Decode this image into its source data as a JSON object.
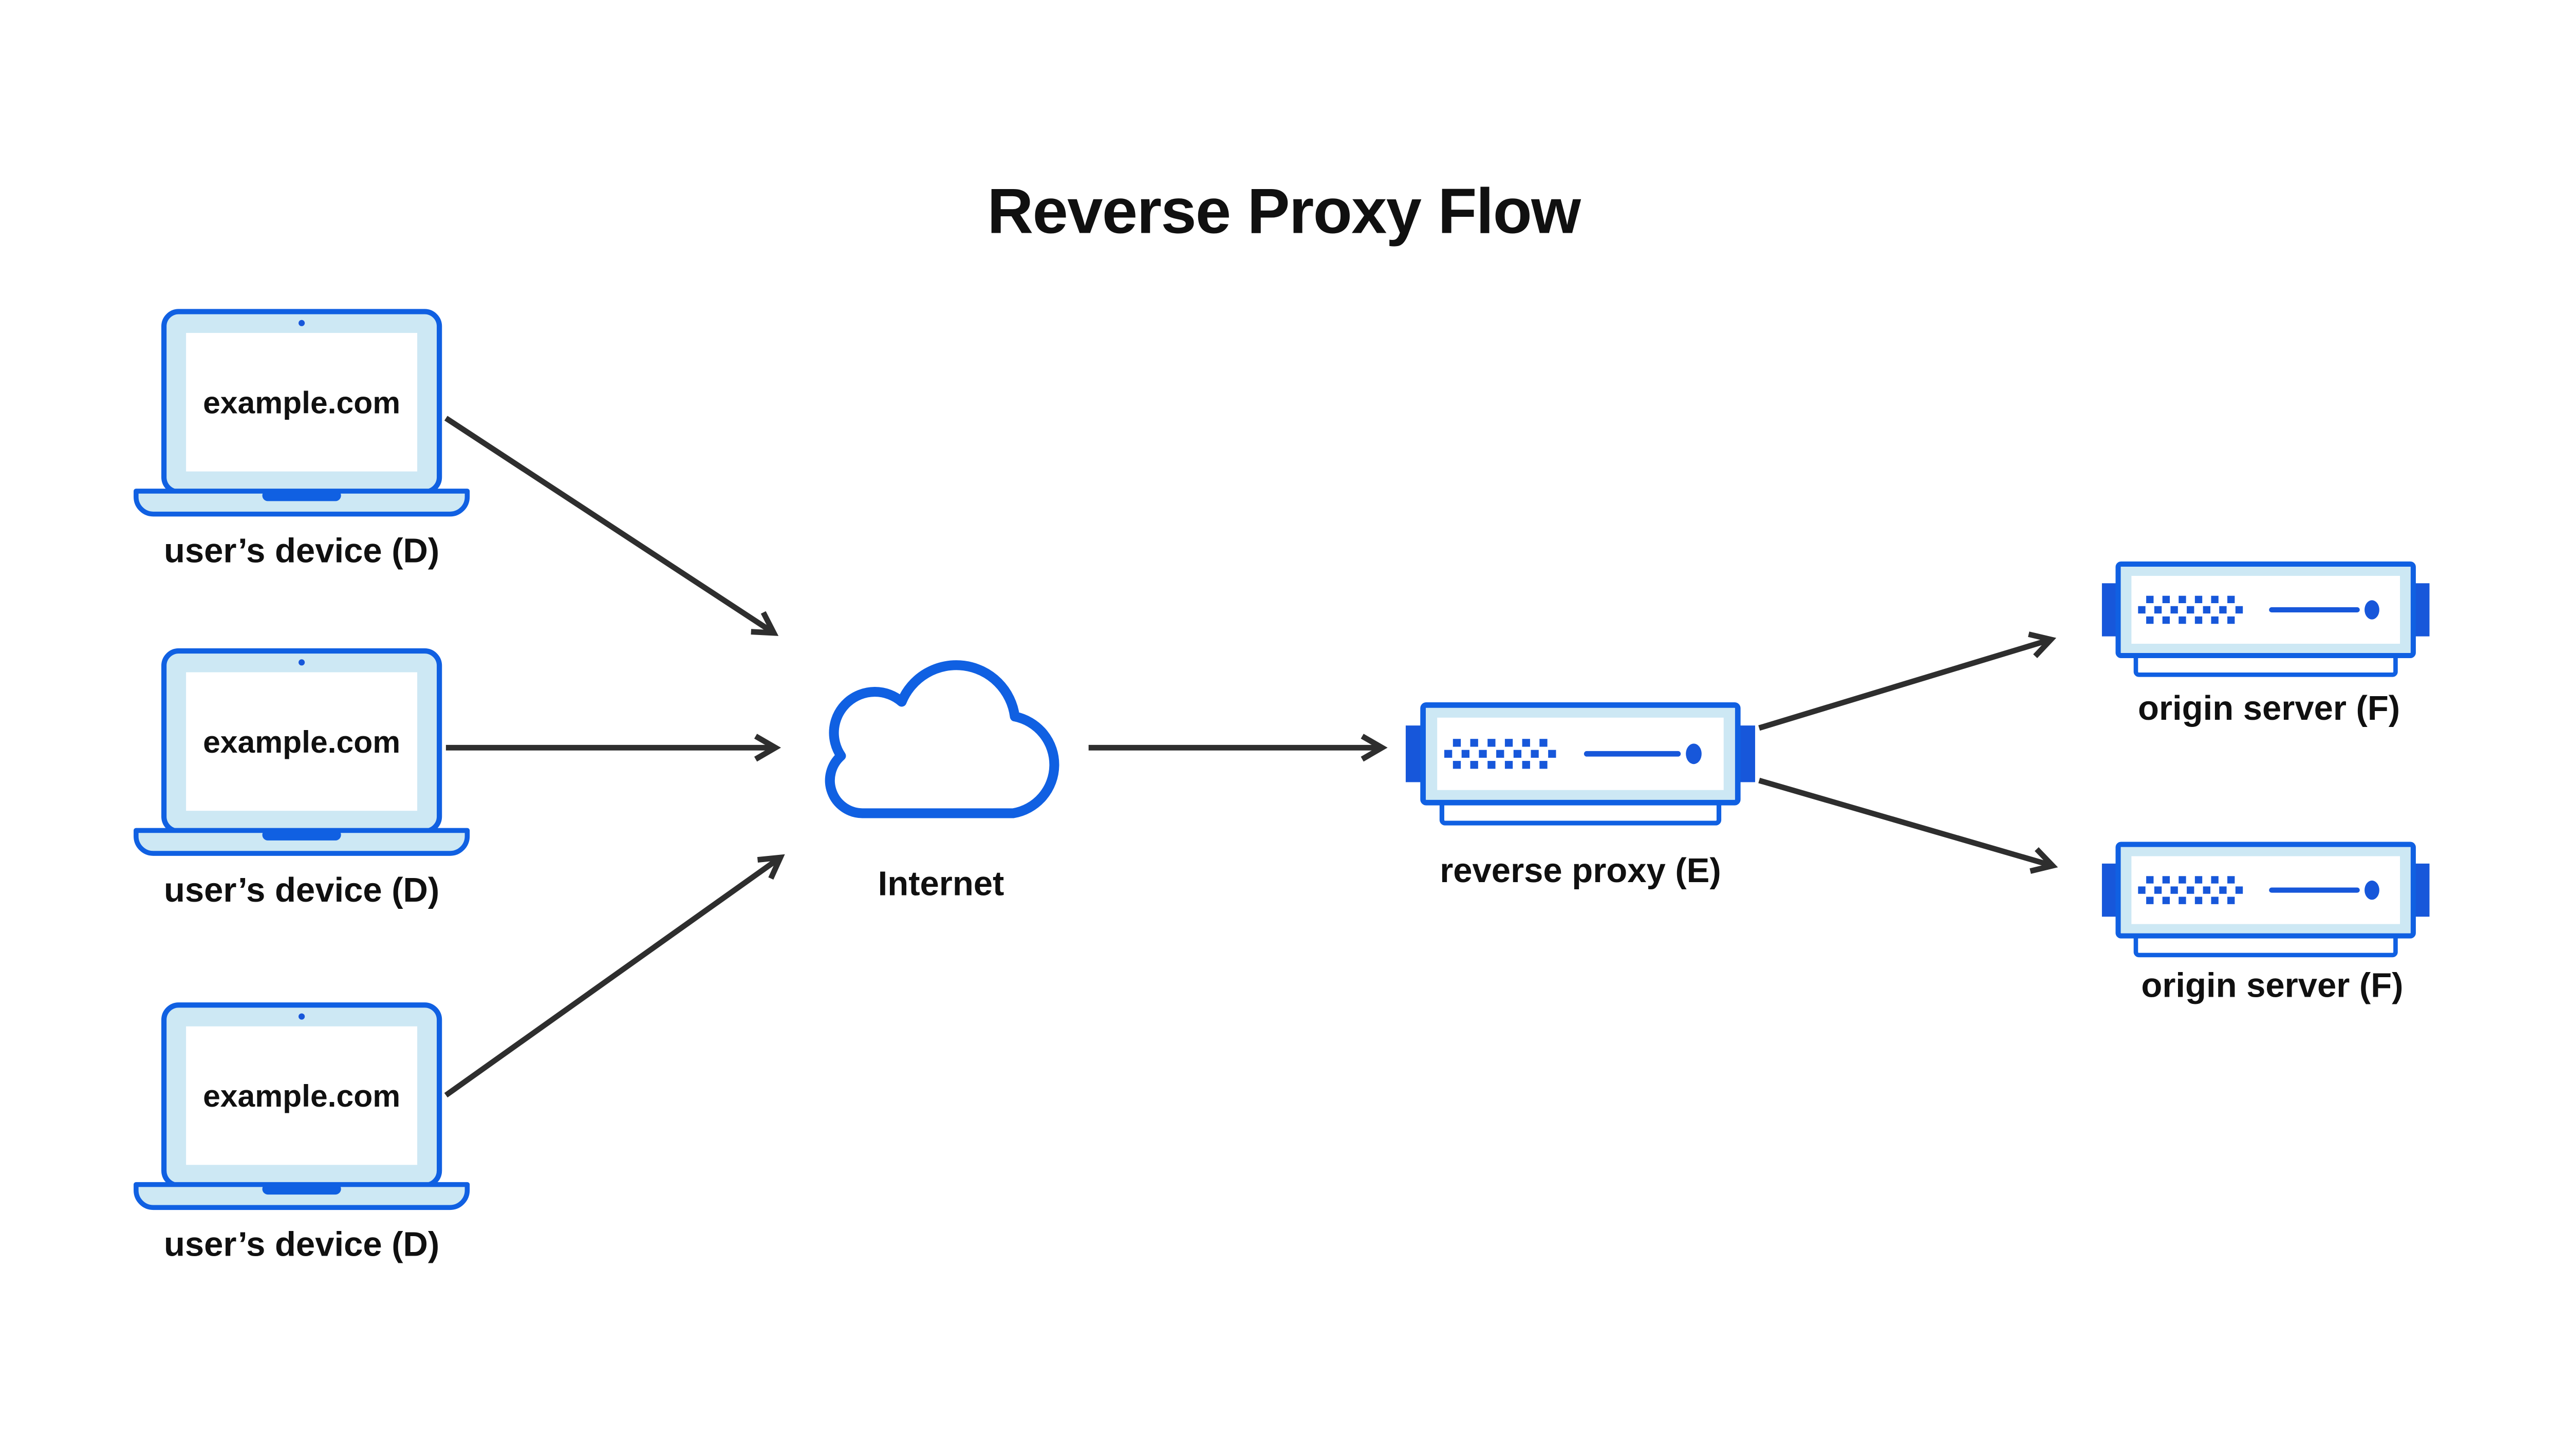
{
  "title": "Reverse Proxy Flow",
  "nodes": {
    "device1": {
      "screen_text": "example.com",
      "label": "user’s device (D)"
    },
    "device2": {
      "screen_text": "example.com",
      "label": "user’s device (D)"
    },
    "device3": {
      "screen_text": "example.com",
      "label": "user’s device (D)"
    },
    "internet": {
      "label": "Internet"
    },
    "reverse_proxy": {
      "label": "reverse proxy (E)"
    },
    "origin_server_1": {
      "label": "origin server (F)"
    },
    "origin_server_2": {
      "label": "origin server (F)"
    }
  },
  "edges": [
    {
      "from": "user-device-1",
      "to": "internet"
    },
    {
      "from": "user-device-2",
      "to": "internet"
    },
    {
      "from": "user-device-3",
      "to": "internet"
    },
    {
      "from": "internet",
      "to": "reverse-proxy"
    },
    {
      "from": "reverse-proxy",
      "to": "origin-server-1"
    },
    {
      "from": "reverse-proxy",
      "to": "origin-server-2"
    }
  ],
  "icons": {
    "device": "laptop-icon",
    "internet": "cloud-icon",
    "server": "server-icon"
  },
  "colors": {
    "stroke_blue": "#1060e2",
    "fill_blue": "#1757da",
    "light_blue": "#cde8f4",
    "arrow": "#2e2e2e",
    "ink": "#101010",
    "bg": "#ffffff"
  }
}
